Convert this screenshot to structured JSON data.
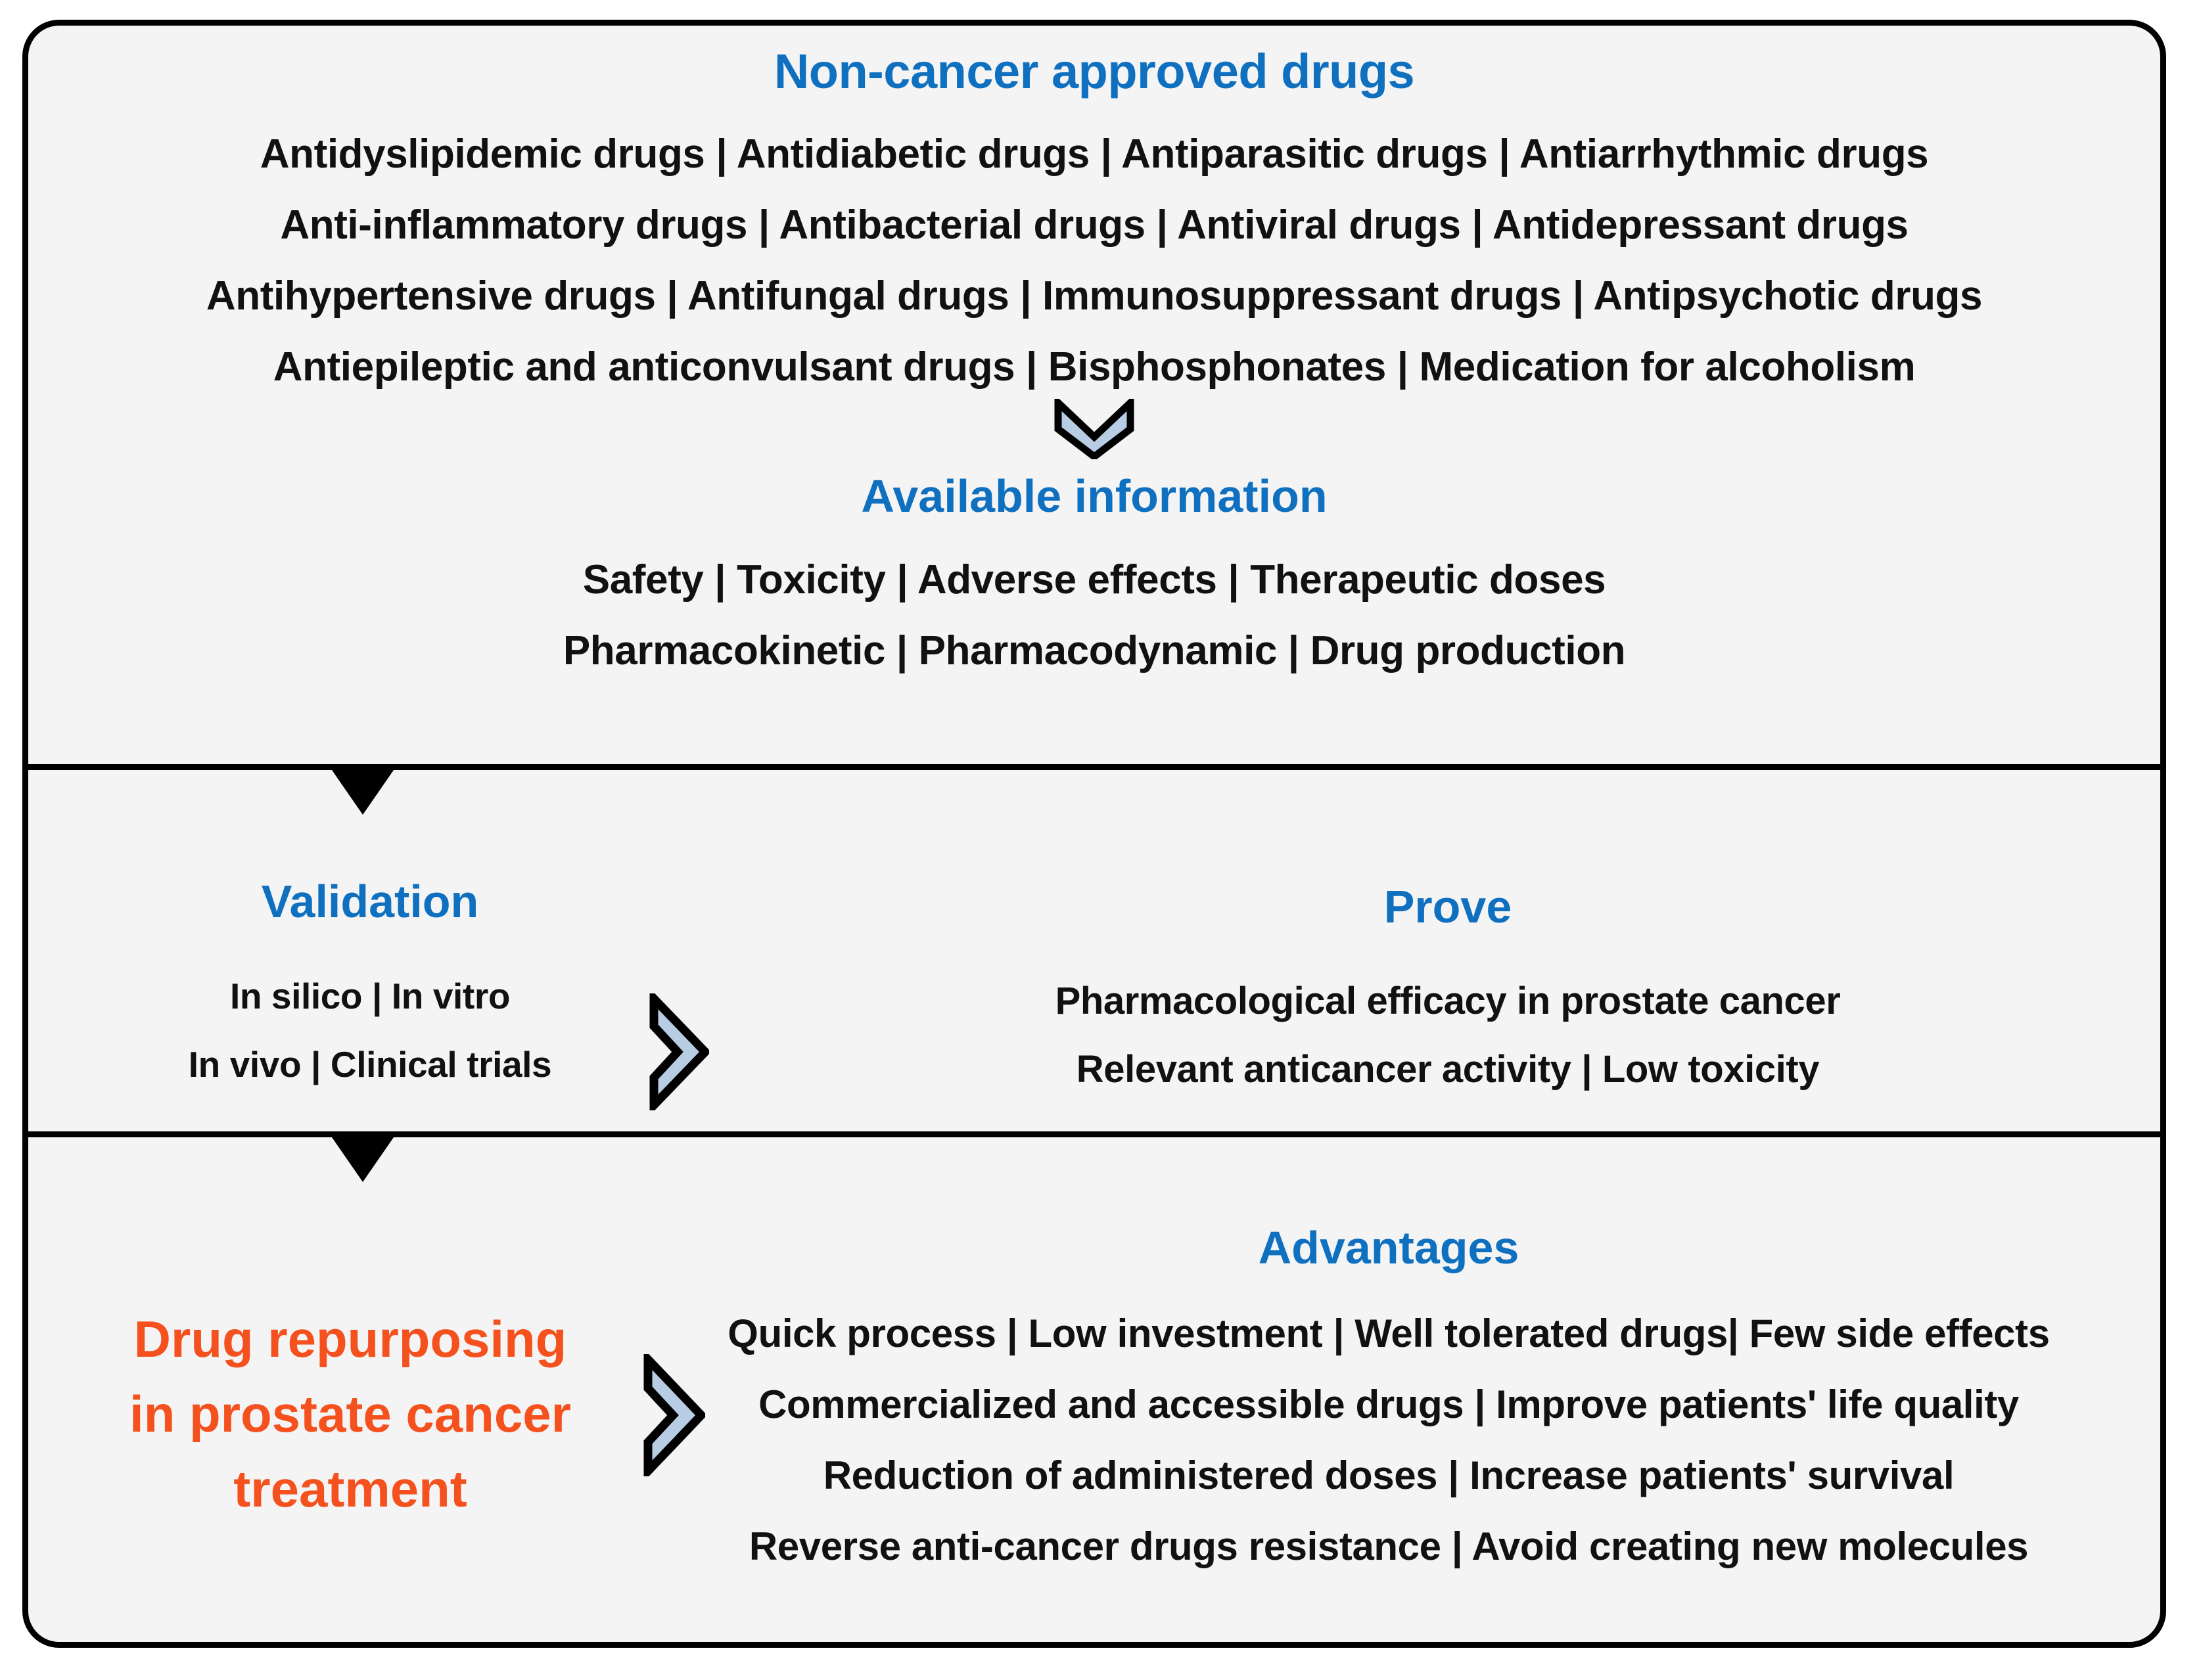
{
  "diagram": {
    "title_color": "#1070c0",
    "accent_orange": "#f4511e",
    "body_text_color": "#111111",
    "panel_background": "#f4f4f4",
    "border_color": "#000000",
    "chevron_fill": "#b8cce4",
    "chevron_stroke": "#000000"
  },
  "section_top": {
    "heading": "Non-cancer approved drugs",
    "drug_class_lines": [
      "Antidyslipidemic drugs | Antidiabetic drugs | Antiparasitic drugs | Antiarrhythmic drugs",
      "Anti-inflammatory drugs | Antibacterial drugs | Antiviral drugs | Antidepressant drugs",
      "Antihypertensive drugs | Antifungal drugs | Immunosuppressant drugs | Antipsychotic drugs",
      "Antiepileptic and anticonvulsant drugs | Bisphosphonates | Medication for alcoholism"
    ],
    "chevron_down_icon": "chevron-down-icon",
    "subheading": "Available information",
    "information_lines": [
      "Safety | Toxicity | Adverse effects | Therapeutic doses",
      "Pharmacokinetic | Pharmacodynamic | Drug production"
    ]
  },
  "section_middle": {
    "validation": {
      "heading": "Validation",
      "lines": [
        "In silico | In vitro",
        "In vivo | Clinical trials"
      ]
    },
    "chevron_right_icon": "chevron-right-icon",
    "prove": {
      "heading": "Prove",
      "lines": [
        "Pharmacological efficacy in prostate cancer",
        "Relevant anticancer activity | Low toxicity"
      ]
    }
  },
  "section_bottom": {
    "repurposing_label_lines": [
      "Drug repurposing",
      "in prostate cancer",
      "treatment"
    ],
    "chevron_right_icon": "chevron-right-icon",
    "advantages": {
      "heading": "Advantages",
      "lines": [
        "Quick process | Low investment | Well tolerated drugs| Few side effects",
        "Commercialized and accessible drugs | Improve patients' life quality",
        "Reduction of administered doses | Increase patients' survival",
        "Reverse anti-cancer drugs resistance | Avoid creating new molecules"
      ]
    }
  }
}
